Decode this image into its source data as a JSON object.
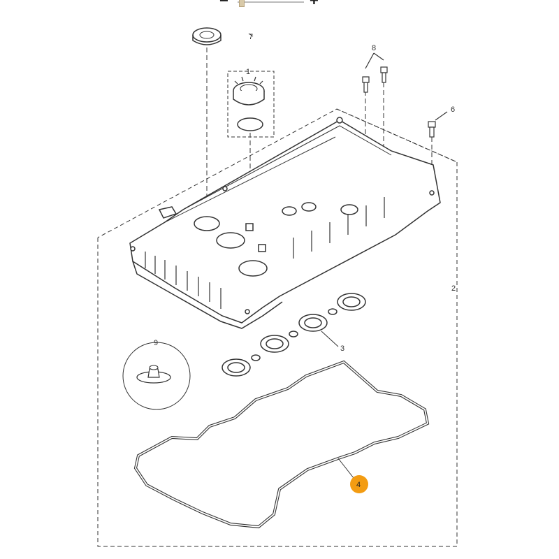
{
  "zoom": {
    "minus_label": "−",
    "plus_label": "+"
  },
  "callouts": {
    "part1": "1",
    "part2": "2",
    "part3": "3",
    "part4": "4",
    "part6": "6",
    "part7": "7",
    "part8": "8",
    "part9": "9"
  },
  "colors": {
    "highlight": "#f39c12",
    "line": "#333333"
  }
}
